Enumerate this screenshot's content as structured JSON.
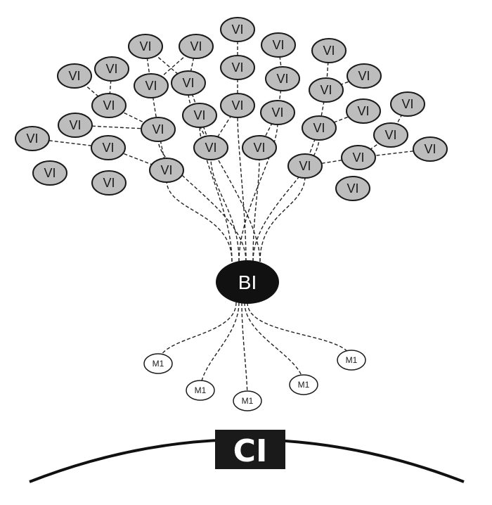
{
  "diagram": {
    "root": {
      "label": "BI"
    },
    "ground": {
      "label": "CI"
    },
    "branch_nodes": [
      {
        "id": "vi-1",
        "label": "VI"
      },
      {
        "id": "vi-2",
        "label": "VI"
      },
      {
        "id": "vi-3",
        "label": "VI"
      },
      {
        "id": "vi-4",
        "label": "VI"
      },
      {
        "id": "vi-5",
        "label": "VI"
      },
      {
        "id": "vi-6",
        "label": "VI"
      },
      {
        "id": "vi-7",
        "label": "VI"
      },
      {
        "id": "vi-8",
        "label": "VI"
      },
      {
        "id": "vi-9",
        "label": "VI"
      },
      {
        "id": "vi-10",
        "label": "VI"
      },
      {
        "id": "vi-11",
        "label": "VI"
      },
      {
        "id": "vi-12",
        "label": "VI"
      },
      {
        "id": "vi-13",
        "label": "VI"
      },
      {
        "id": "vi-14",
        "label": "VI"
      },
      {
        "id": "vi-15",
        "label": "VI"
      },
      {
        "id": "vi-16",
        "label": "VI"
      },
      {
        "id": "vi-17",
        "label": "VI"
      },
      {
        "id": "vi-18",
        "label": "VI"
      },
      {
        "id": "vi-19",
        "label": "VI"
      },
      {
        "id": "vi-20",
        "label": "VI"
      },
      {
        "id": "vi-21",
        "label": "VI"
      },
      {
        "id": "vi-22",
        "label": "VI"
      },
      {
        "id": "vi-23",
        "label": "VI"
      },
      {
        "id": "vi-24",
        "label": "VI"
      },
      {
        "id": "vi-25",
        "label": "VI"
      },
      {
        "id": "vi-26",
        "label": "VI"
      },
      {
        "id": "vi-27",
        "label": "VI"
      },
      {
        "id": "vi-28",
        "label": "VI"
      },
      {
        "id": "vi-29",
        "label": "VI"
      },
      {
        "id": "vi-30",
        "label": "VI"
      },
      {
        "id": "vi-31",
        "label": "VI"
      },
      {
        "id": "vi-32",
        "label": "VI"
      },
      {
        "id": "vi-33",
        "label": "VI"
      },
      {
        "id": "vi-34",
        "label": "VI"
      }
    ],
    "root_nodes": [
      {
        "id": "m1-1",
        "label": "M1"
      },
      {
        "id": "m1-2",
        "label": "M1"
      },
      {
        "id": "m1-3",
        "label": "M1"
      },
      {
        "id": "m1-4",
        "label": "M1"
      },
      {
        "id": "m1-5",
        "label": "M1"
      }
    ],
    "colors": {
      "branch_fill": "#bdbdbd",
      "root_fill": "#111111",
      "ground_fill": "#1a1a1a",
      "line": "#222222"
    }
  }
}
